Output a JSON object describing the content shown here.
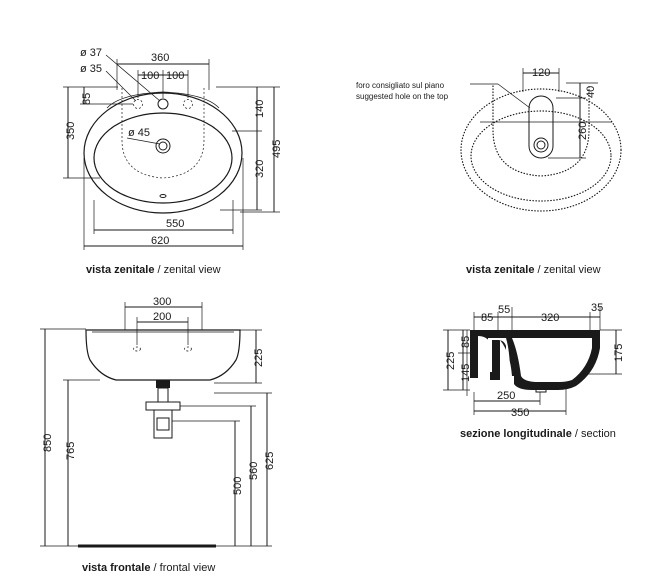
{
  "views": {
    "zenital": {
      "caption_bold": "vista zenitale",
      "caption_sep": " / ",
      "caption_light": "zenital view",
      "dims": {
        "d37": "ø 37",
        "d35": "ø 35",
        "d45": "ø 45",
        "w360": "360",
        "w100a": "100",
        "w100b": "100",
        "h85": "85",
        "h350": "350",
        "h140": "140",
        "h320": "320",
        "h495": "495",
        "w550": "550",
        "w620": "620"
      }
    },
    "zenital_top": {
      "caption_bold": "vista zenitale",
      "caption_sep": " / ",
      "caption_light": "zenital view",
      "note_it": "foro consigliato sul piano",
      "note_en": "suggested hole on the top",
      "dims": {
        "w120": "120",
        "h40": "40",
        "h260": "260"
      }
    },
    "frontal": {
      "caption_bold": "vista frontale",
      "caption_sep": " / ",
      "caption_light": "frontal view",
      "dims": {
        "w300": "300",
        "w200": "200",
        "h225": "225",
        "h850": "850",
        "h765": "765",
        "h500": "500",
        "h560": "560",
        "h625": "625"
      }
    },
    "section": {
      "caption_bold": "sezione longitudinale",
      "caption_sep": " / ",
      "caption_light": "section",
      "dims": {
        "w85": "85",
        "w55": "55",
        "w320": "320",
        "w35": "35",
        "h225": "225",
        "h85": "85",
        "h145": "145",
        "h175": "175",
        "w250": "250",
        "w350": "350"
      }
    }
  }
}
